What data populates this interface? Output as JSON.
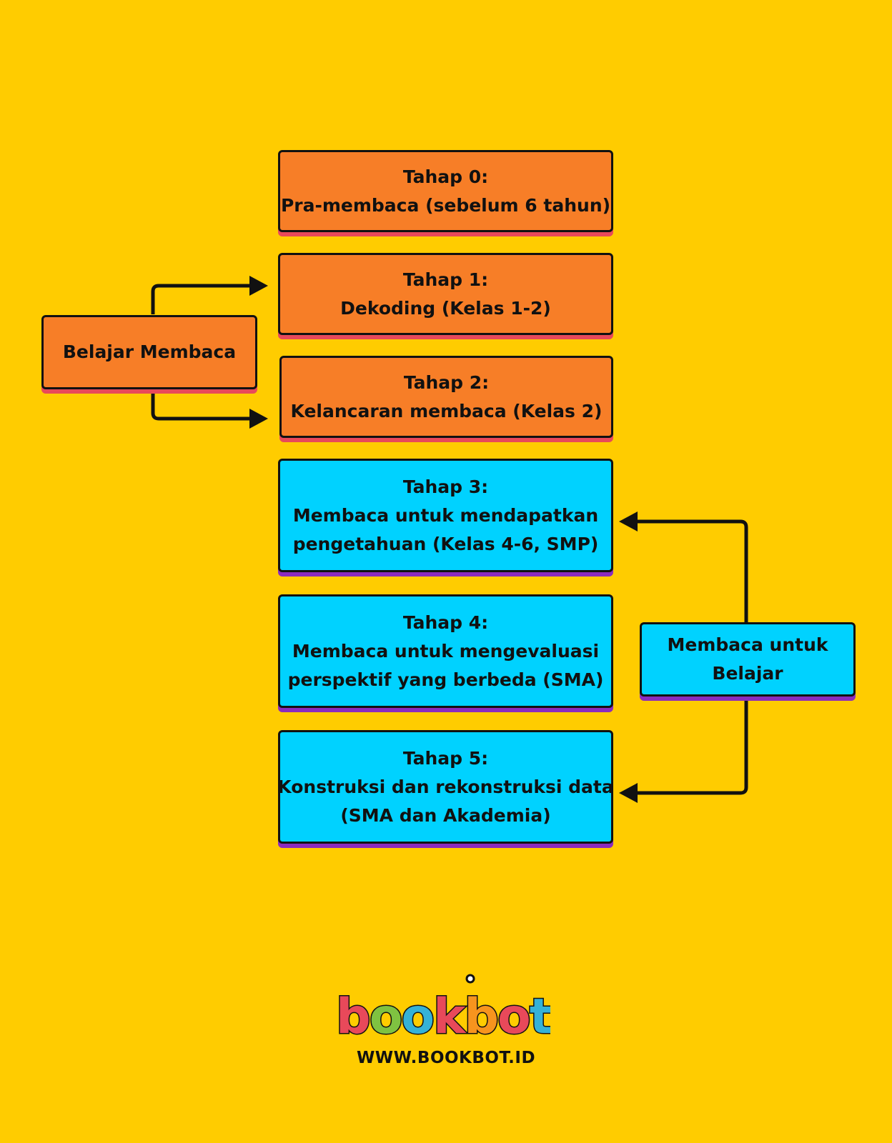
{
  "stages": [
    {
      "line1": "Tahap 0:",
      "line2": "Pra-membaca (sebelum 6 tahun)"
    },
    {
      "line1": "Tahap 1:",
      "line2": "Dekoding (Kelas 1-2)"
    },
    {
      "line1": "Tahap 2:",
      "line2": "Kelancaran membaca (Kelas 2)"
    },
    {
      "line1": "Tahap 3:",
      "line2": "Membaca untuk mendapatkan",
      "line3": "pengetahuan (Kelas 4-6, SMP)"
    },
    {
      "line1": "Tahap 4:",
      "line2": "Membaca untuk mengevaluasi",
      "line3": "perspektif yang berbeda (SMA)"
    },
    {
      "line1": "Tahap 5:",
      "line2": "Konstruksi dan rekonstruksi data",
      "line3": "(SMA dan Akademia)"
    }
  ],
  "groups": {
    "learn_to_read": "Belajar Membaca",
    "read_to_learn": {
      "line1": "Membaca untuk",
      "line2": "Belajar"
    }
  },
  "footer": {
    "logo_text": "bookbot",
    "url": "WWW.BOOKBOT.ID"
  },
  "colors": {
    "background": "#FFCC00",
    "orange": "#F77E27",
    "cyan": "#00D2FF"
  }
}
